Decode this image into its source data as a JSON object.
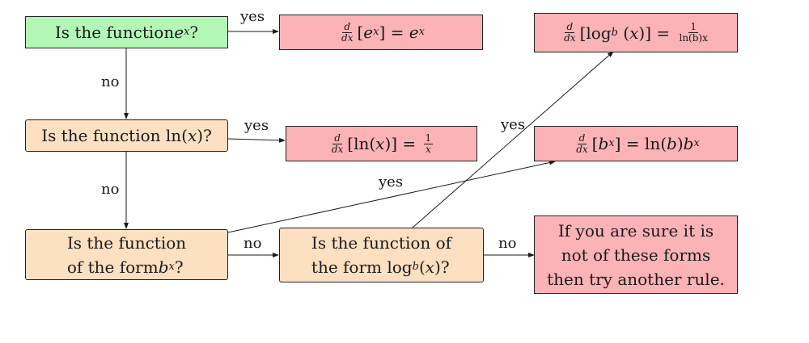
{
  "questions": {
    "q_ex": {
      "prefix": "Is the function ",
      "base": "e",
      "exp": "x",
      "suffix": "?"
    },
    "q_ln": {
      "prefix": "Is the function ln(",
      "var": "x",
      "suffix": ")?"
    },
    "q_bx": {
      "line1": "Is the function",
      "line2_prefix": "of the form ",
      "base": "b",
      "exp": "x",
      "suffix": "?"
    },
    "q_log": {
      "line1": "Is the function of",
      "line2_prefix": "the form log",
      "sub": "b",
      "arg_open": "(",
      "var": "x",
      "suffix": ")?"
    }
  },
  "results": {
    "r_ex": {
      "frac_num": "d",
      "frac_den": "dx",
      "lhs_open": "[",
      "base": "e",
      "exp": "x",
      "lhs_close": "]",
      "eq": " = ",
      "rhs_base": "e",
      "rhs_exp": "x"
    },
    "r_ln": {
      "frac_num": "d",
      "frac_den": "dx",
      "lhs": "[ln(",
      "var": "x",
      "lhs_close": ")]",
      "eq": " = ",
      "rhs_num": "1",
      "rhs_den": "x"
    },
    "r_log": {
      "frac_num": "d",
      "frac_den": "dx",
      "lhs": "[log",
      "sub": "b",
      "arg_open": " (",
      "var": "x",
      "lhs_close": ")]",
      "eq": " = ",
      "rhs_num": "1",
      "rhs_den": "ln(b)x"
    },
    "r_bx": {
      "frac_num": "d",
      "frac_den": "dx",
      "lhs_open": "[",
      "base": "b",
      "exp": "x",
      "lhs_close": "]",
      "eq": " = ",
      "rhs_prefix": "ln(",
      "rhs_b": "b",
      "rhs_mid": ")",
      "rhs_base": "b",
      "rhs_exp": "x"
    },
    "fallback": {
      "line1": "If you are sure it is",
      "line2": "not of these forms",
      "line3": "then try another rule."
    }
  },
  "edge_labels": {
    "yes_ex": "yes",
    "no_ex": "no",
    "yes_ln": "yes",
    "no_ln": "no",
    "yes_bx": "yes",
    "no_bx": "no",
    "yes_log": "yes",
    "no_log": "no"
  }
}
